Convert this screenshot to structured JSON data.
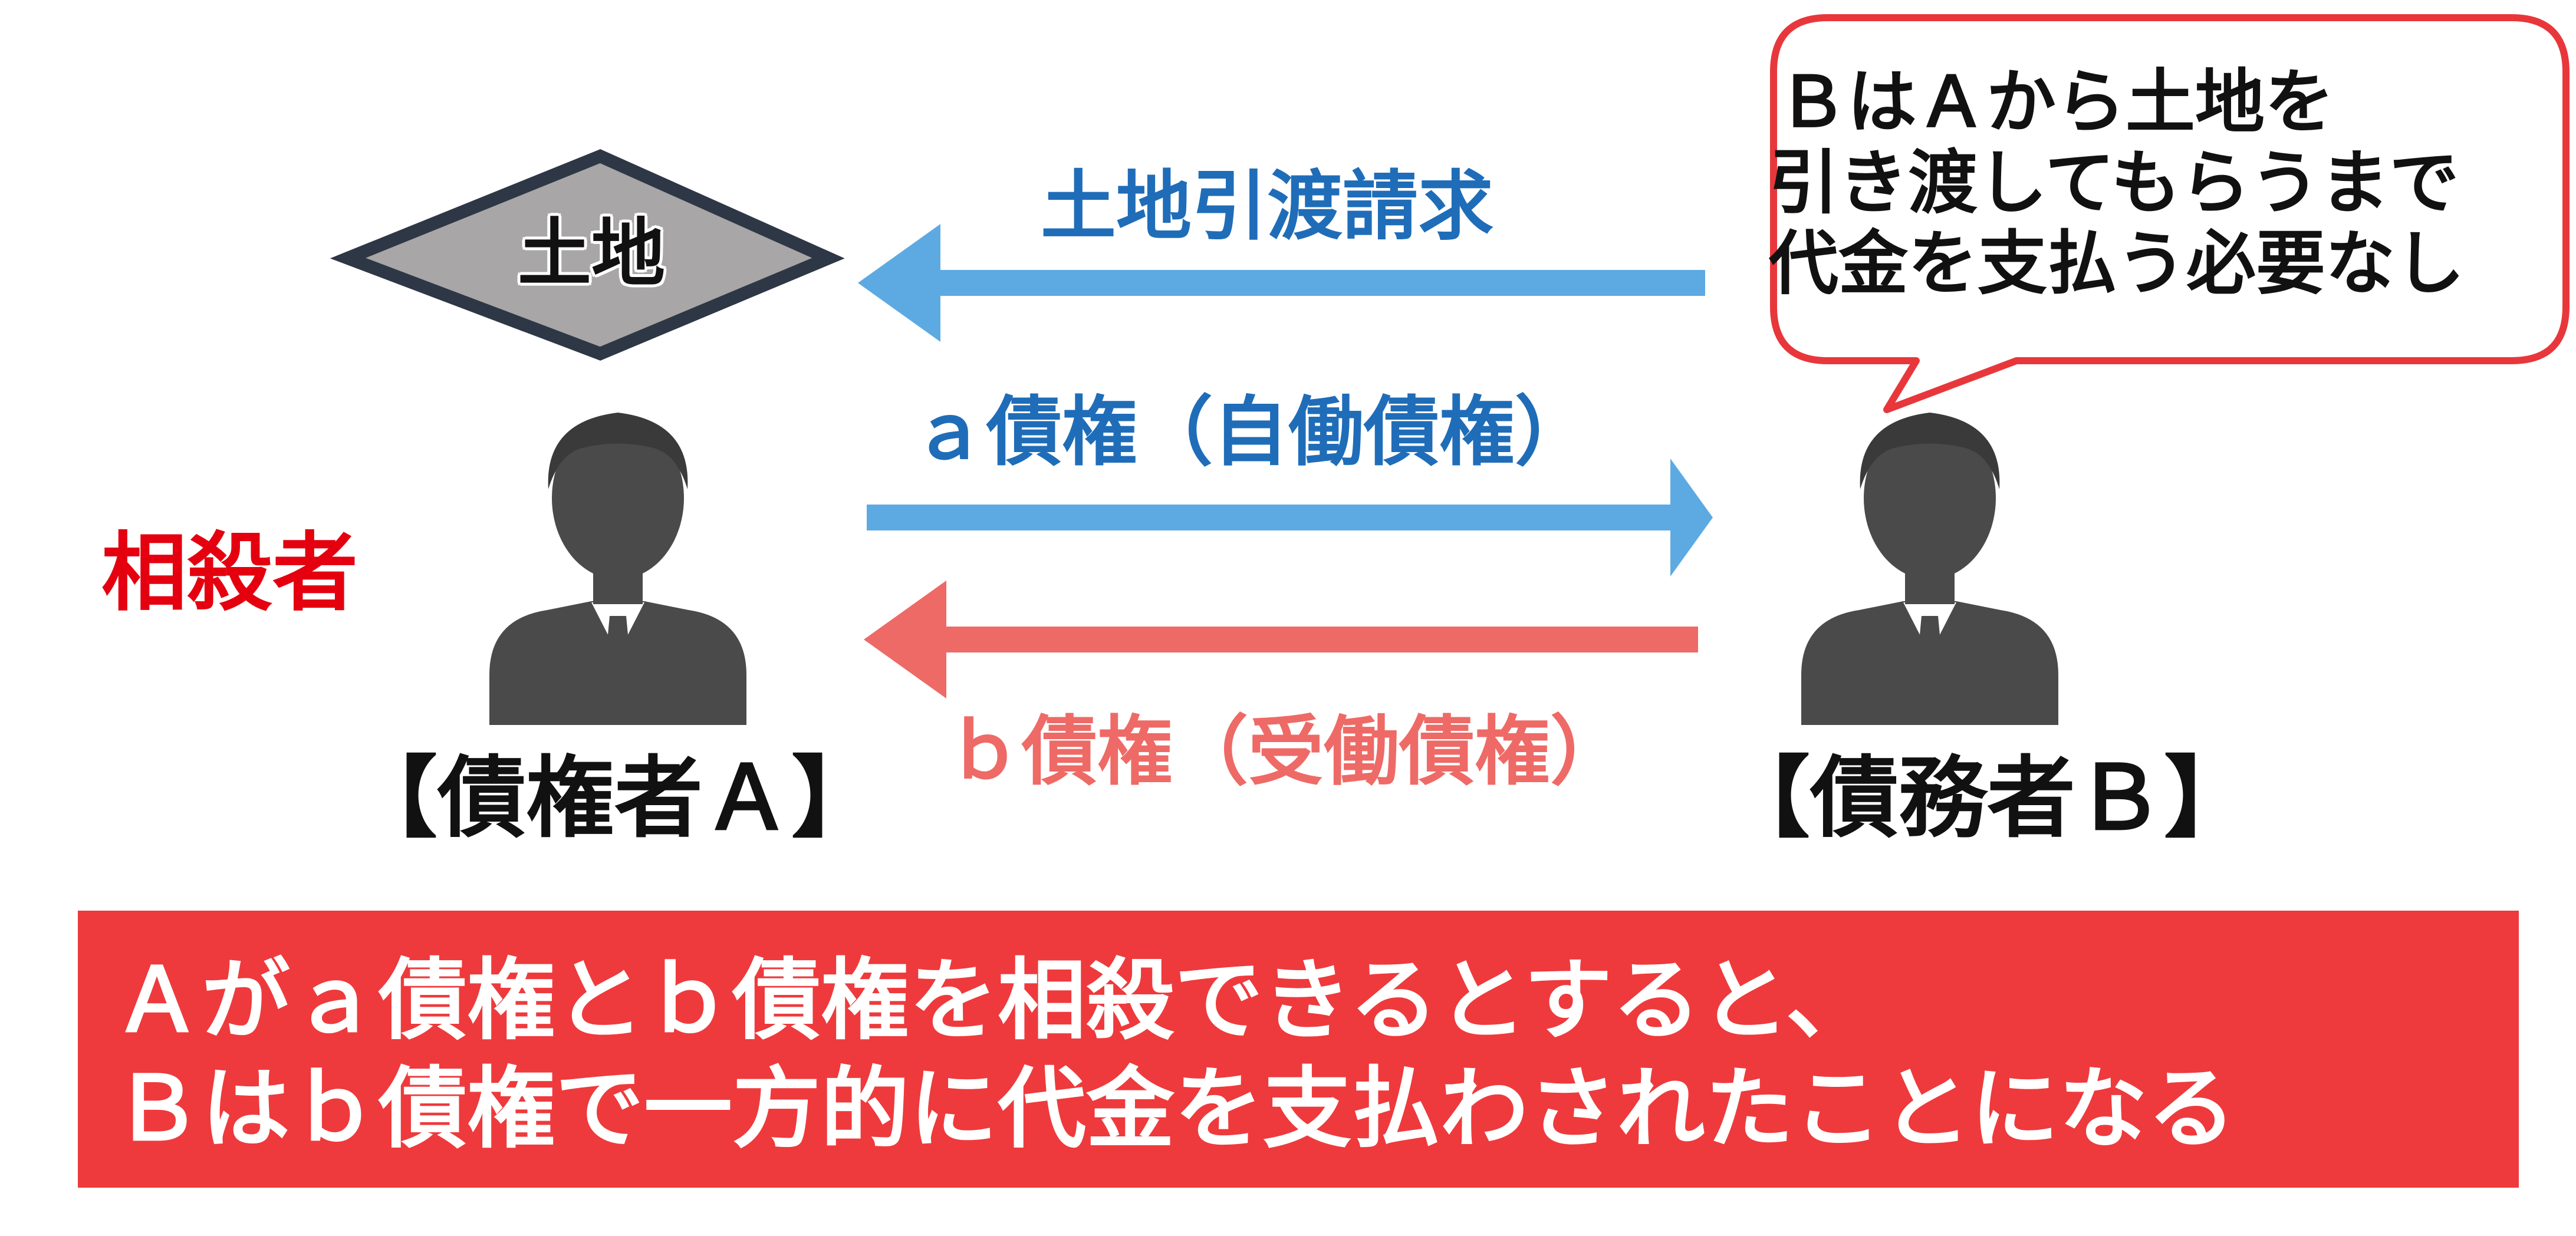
{
  "land": {
    "label": "土地"
  },
  "arrows": {
    "land_delivery": "土地引渡請求",
    "claim_a": "ａ債権（自働債権）",
    "claim_b": "ｂ債権（受働債権）"
  },
  "parties": {
    "setoff_role": "相殺者",
    "creditor": "【債権者Ａ】",
    "debtor": "【債務者Ｂ】"
  },
  "bubble": {
    "lines": [
      "ＢはＡから土地を",
      "引き渡してもらうまで",
      "代金を支払う必要なし"
    ]
  },
  "banner": {
    "lines": [
      "Ａがａ債権とｂ債権を相殺できるとすると、",
      "Ｂはｂ債権で一方的に代金を支払わされたことになる"
    ]
  },
  "colors": {
    "blue_arrow": "#5DAAE2",
    "blue_text": "#1F6DB8",
    "red_arrow": "#EE6A66",
    "red_text": "#E4000F",
    "banner_bg": "#EE3A3C",
    "bubble_border": "#E8373B",
    "person": "#4A4A4A",
    "land_fill": "#A8A6A6",
    "land_border": "#2E3745"
  },
  "icons": [
    "land-diamond-icon",
    "person-icon",
    "person-icon",
    "speech-bubble-icon"
  ]
}
